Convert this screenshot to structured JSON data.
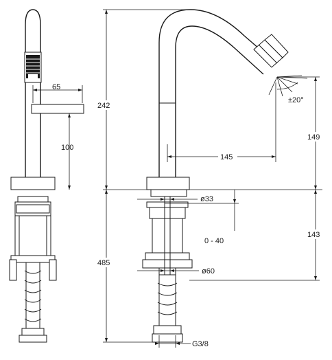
{
  "dimensions": {
    "total_height_upper": "242",
    "total_height_lower": "485",
    "spout_height": "149",
    "handle_reach": "65",
    "handle_height": "100",
    "spout_reach": "145",
    "base_diameter": "ø33",
    "clamp_range": "0 - 40",
    "mount_depth": "143",
    "nut_diameter": "ø60",
    "thread": "G3/8",
    "spray_angle": "±20°"
  },
  "colors": {
    "line": "#1a1a1a",
    "background": "#ffffff"
  }
}
